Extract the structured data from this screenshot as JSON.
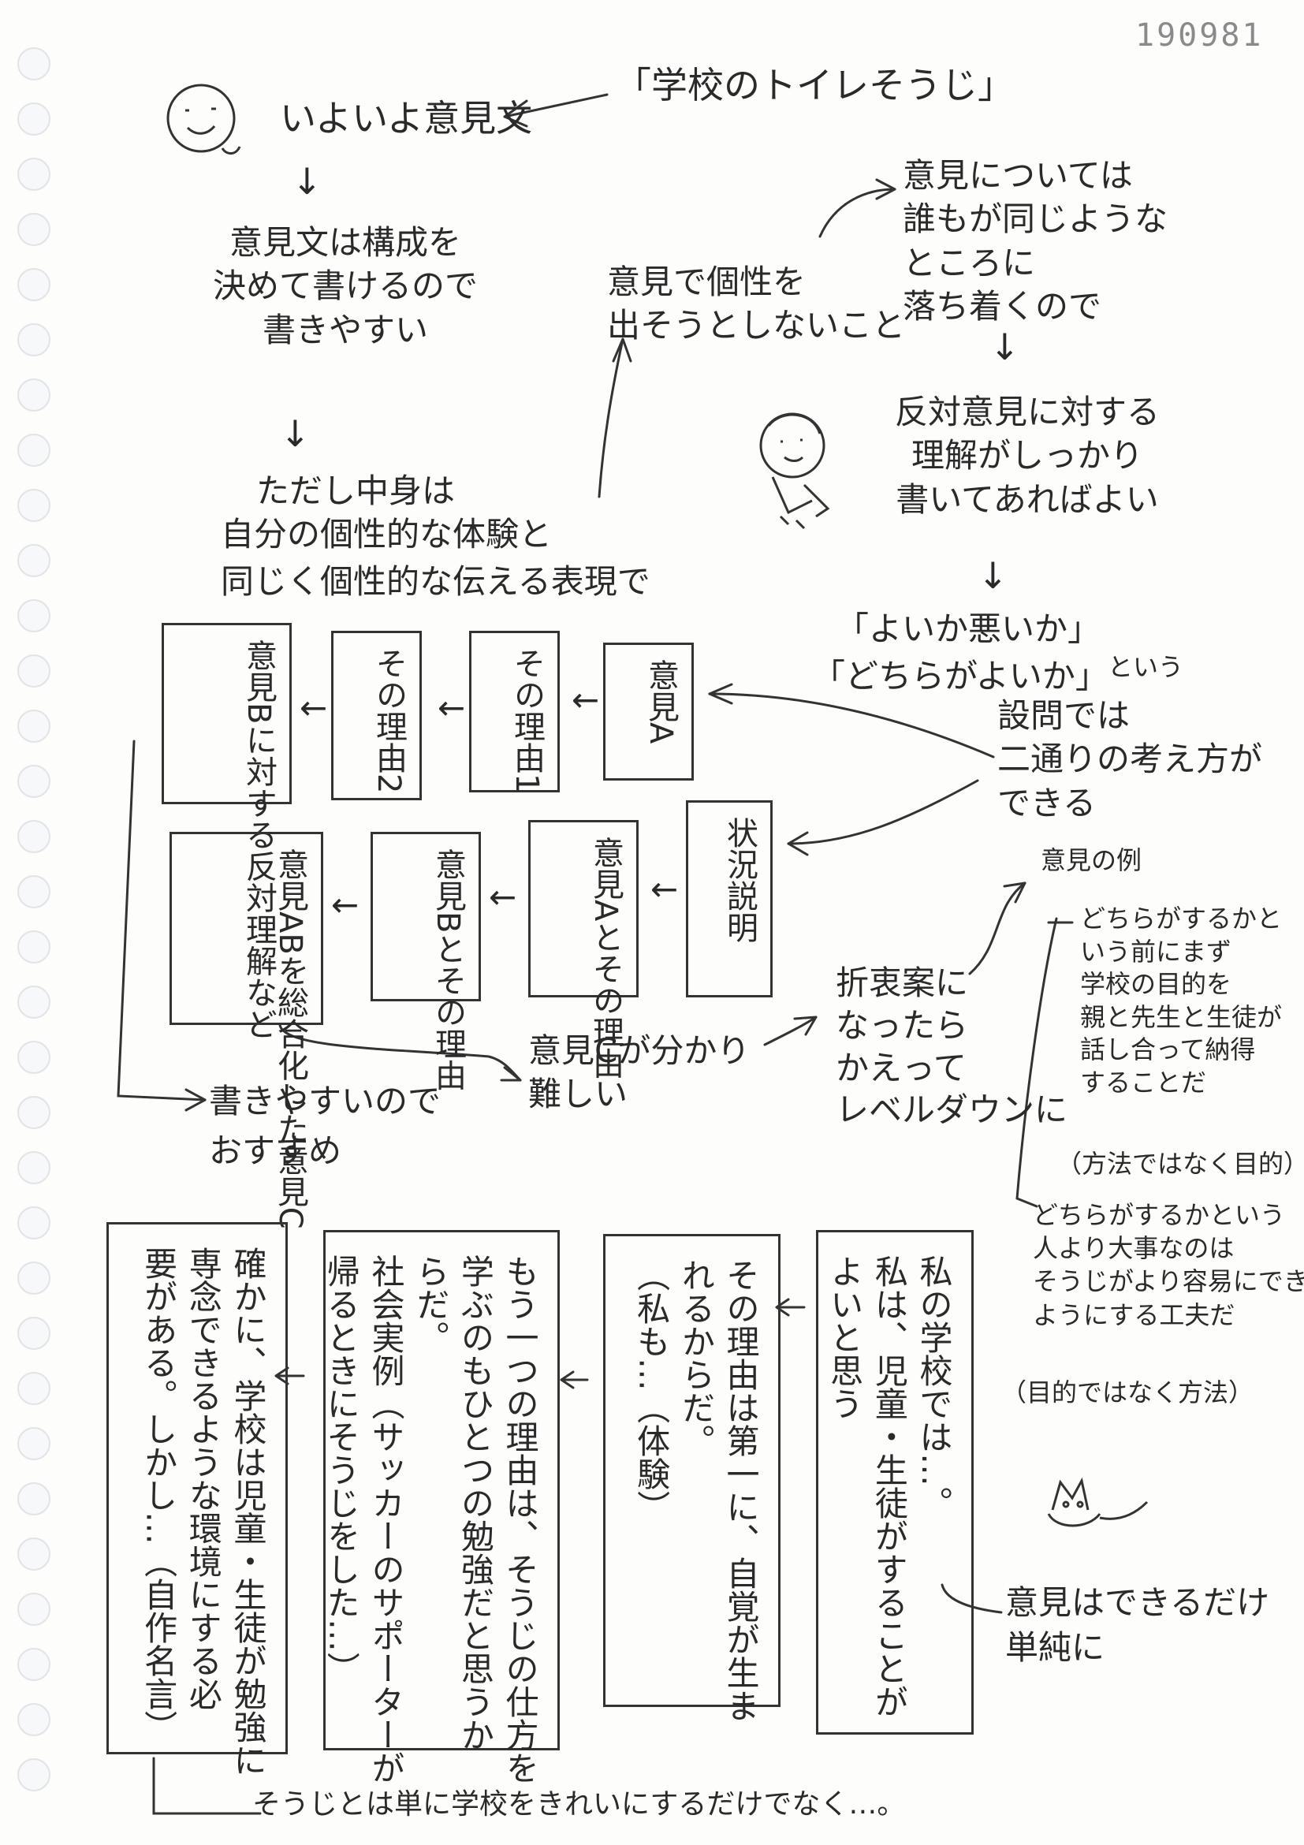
{
  "doc_id": "190981",
  "title": "「学校のトイレそうじ」",
  "heading": "いよいよ意見文",
  "left_flow": {
    "p1": "意見文は構成を\n決めて書けるので\n書きやすい",
    "p2": "ただし中身は",
    "p3": "自分の個性的な体験と",
    "p4": "同じく個性的な伝える表現で"
  },
  "center_note": "意見で個性を\n出そうとしないこと",
  "right_flow": {
    "r1": "意見については\n誰もが同じような\nところに\n落ち着くので",
    "r2": "反対意見に対する\n理解がしっかり\n書いてあればよい",
    "r3a": "「よいか悪いか」",
    "r3b": "「どちらがよいか」",
    "r3c": "という",
    "r4": "設問では\n二通りの考え方が\nできる"
  },
  "structure_a": [
    "意見A",
    "その理由1",
    "その理由2",
    "意見Bに対する反対理解など"
  ],
  "structure_b": [
    "状況説明",
    "意見Aとその理由",
    "意見Bとその理由",
    "意見ABを総合化した意見C"
  ],
  "recommend": "書きやすいので\nおすすめ",
  "hard": "意見Cが分かり\n難しい",
  "compromise": "折衷案に\nなったら\nかえって\nレベルダウンに",
  "example": {
    "label": "意見の例",
    "e1": "どちらがするかと\nいう前にまず\n学校の目的を\n親と先生と生徒が\n話し合って納得\nすることだ",
    "e1note": "（方法ではなく目的）",
    "e2": "どちらがするかという\n人より大事なのは\nそうじがより容易にできる\nようにする工夫だ",
    "e2note": "（目的ではなく方法）"
  },
  "simple": "意見はできるだけ\n単純に",
  "bottom_boxes": [
    "私の学校では…。\n私は、児童・生徒がすることが\nよいと思う",
    "その理由は第一に、自覚が生ま\nれるからだ。\n（私も…（体験）",
    "もう一つの理由は、そうじの仕方を\n学ぶのもひとつの勉強だと思うか\nらだ。\n社会実例（サッカーのサポーターが\n帰るときにそうじをした…）",
    "確かに、学校は児童・生徒が勉強に\n専念できるような環境にする必\n要がある。しかし…（自作名言）"
  ],
  "footer": "そうじとは単に学校をきれいにするだけでなく…。",
  "arrow_symbol": "←",
  "down_arrow": "↓"
}
